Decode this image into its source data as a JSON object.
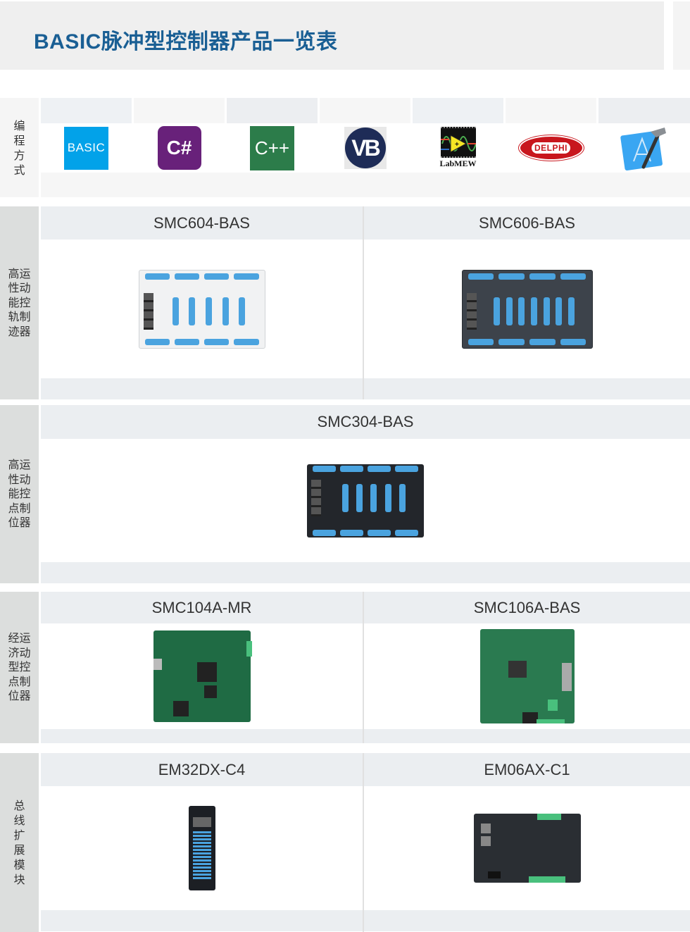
{
  "title": "BASIC脉冲型控制器产品一览表",
  "programming": {
    "label": "编程方式",
    "logos": [
      {
        "name": "BASIC",
        "text": "BASIC",
        "color": "#02a2e9"
      },
      {
        "name": "C#",
        "text": "C#",
        "color": "#68217a"
      },
      {
        "name": "C++",
        "text": "C++",
        "color": "#2c7c4a"
      },
      {
        "name": "VB",
        "text": "VB",
        "color": "#1e2c57"
      },
      {
        "name": "LabVIEW",
        "text": "LabMEW",
        "color": "#111111"
      },
      {
        "name": "Delphi",
        "text": "DELPHI",
        "color": "#c8161d"
      },
      {
        "name": "Xcode",
        "text": "",
        "color": "#2e9cf0"
      }
    ]
  },
  "sections": [
    {
      "label": "高运性动能控轨制迹器",
      "products": [
        {
          "name": "SMC604-BAS",
          "image": "white-rack-controller"
        },
        {
          "name": "SMC606-BAS",
          "image": "dark-rack-controller"
        }
      ]
    },
    {
      "label": "高运性动能控点制位器",
      "products": [
        {
          "name": "SMC304-BAS",
          "image": "black-controller"
        }
      ]
    },
    {
      "label": "经运济动型控点制位器",
      "products": [
        {
          "name": "SMC104A-MR",
          "image": "pcb-board"
        },
        {
          "name": "SMC106A-BAS",
          "image": "pcb-board"
        }
      ]
    },
    {
      "label": "总线扩展模块",
      "products": [
        {
          "name": "EM32DX-C4",
          "image": "slim-io-module"
        },
        {
          "name": "EM06AX-C1",
          "image": "axis-module"
        }
      ]
    }
  ],
  "colors": {
    "title": "#1a5f94",
    "header_bg": "#ebeef1",
    "side_label_bg": "#dcdedd"
  }
}
